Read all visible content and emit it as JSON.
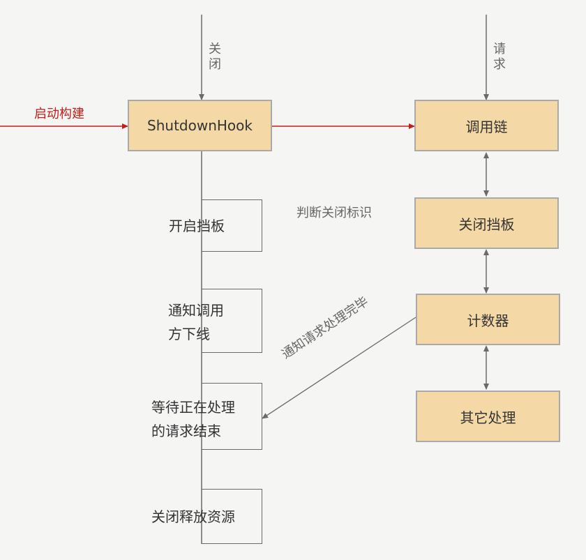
{
  "colors": {
    "box_fill": "#f4d9a6",
    "box_border": "#a9a9a9",
    "arrow_grey": "#6a6a6a",
    "arrow_red": "#c0201a",
    "background": "#f5f5f4"
  },
  "left_column": {
    "input_label": "关闭",
    "start_label": "启动构建",
    "hook_box": "ShutdownHook",
    "steps": [
      {
        "lines": [
          "开启挡板"
        ]
      },
      {
        "lines": [
          "通知调用",
          "方下线"
        ]
      },
      {
        "lines": [
          "等待正在处理",
          "的请求结束"
        ]
      },
      {
        "lines": [
          "关闭释放资源"
        ]
      }
    ]
  },
  "right_column": {
    "input_label": "请求",
    "boxes": [
      "调用链",
      "关闭挡板",
      "计数器",
      "其它处理"
    ]
  },
  "annotations": {
    "check_flag": "判断关闭标识",
    "notify_done": "通知请求处理完毕"
  }
}
